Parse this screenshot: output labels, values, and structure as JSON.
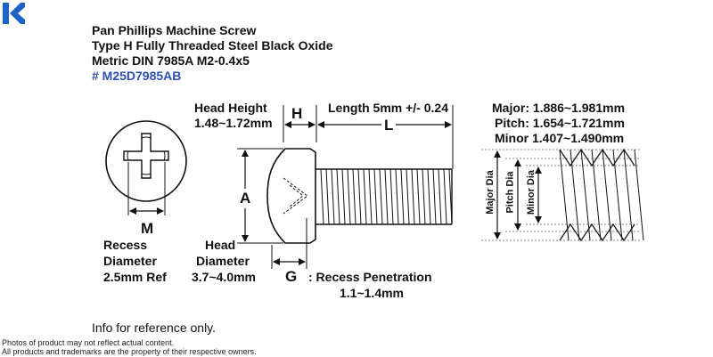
{
  "brand": {
    "logo_letter": "K",
    "color": "#1e63c8"
  },
  "header": {
    "line1": "Pan Phillips Machine Screw",
    "line2": "Type H Fully Threaded Steel Black Oxide",
    "line3": "Metric DIN 7985A M2-0.4x5",
    "part_number": "# M25D7985AB",
    "part_color": "#2f4fb0"
  },
  "dimensions": {
    "head_height_title": "Head Height",
    "head_height_value": "1.48~1.72mm",
    "h_letter": "H",
    "length_label": "Length 5mm +/- 0.24",
    "l_letter": "L",
    "a_letter": "A",
    "m_letter": "M",
    "g_letter": "G",
    "recess_diameter": [
      "Recess",
      "Diameter",
      "2.5mm Ref"
    ],
    "head_diameter": [
      "Head",
      "Diameter",
      "3.7~4.0mm"
    ],
    "recess_penetration_label": ": Recess Penetration",
    "recess_penetration_value": "1.1~1.4mm"
  },
  "thread": {
    "major": "Major: 1.886~1.981mm",
    "pitch": "Pitch:  1.654~1.721mm",
    "minor": "Minor  1.407~1.490mm",
    "major_axis": "Major Dia",
    "pitch_axis": "Pitch Dia",
    "minor_axis": "Minor Dia"
  },
  "footer": {
    "info": "Info for reference only.",
    "disclaimer1": "Photos of product may not reflect actual content.",
    "disclaimer2": "All products and trademarks are the property of their respective owners."
  }
}
